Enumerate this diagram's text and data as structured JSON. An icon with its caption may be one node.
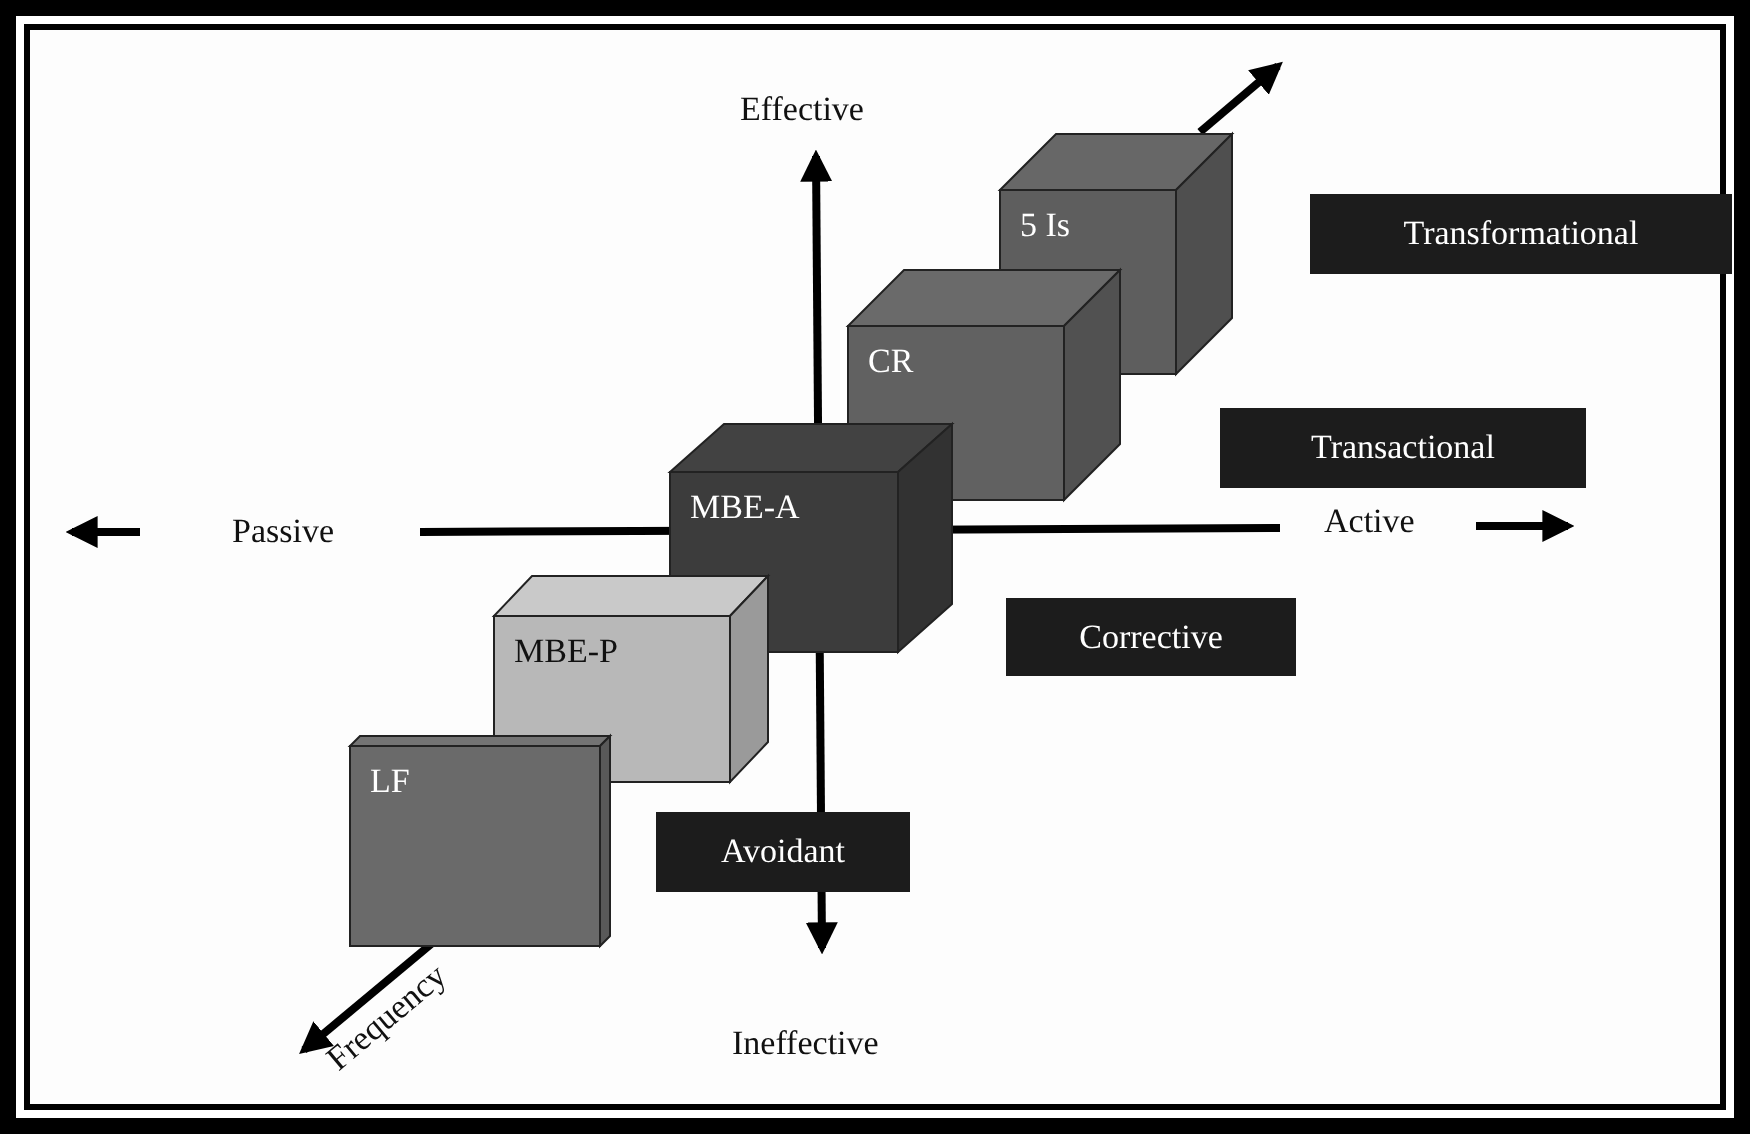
{
  "diagram": {
    "nodes": [
      {
        "text": [
          "5 Is"
        ]
      },
      {
        "text": [
          "Transformational"
        ]
      },
      {
        "text": [
          "CR"
        ]
      },
      {
        "text": [
          "Transactional"
        ]
      },
      {
        "text": [
          "MBE-A"
        ]
      },
      {
        "text": [
          "MBE-P"
        ]
      },
      {
        "text": [
          "Corrective"
        ]
      },
      {
        "text": [
          "LF"
        ]
      },
      {
        "text": [
          "Avoidant"
        ]
      }
    ],
    "labels": [
      "Effective",
      "Passive",
      "Active",
      "Frequency",
      "Ineffective"
    ]
  }
}
